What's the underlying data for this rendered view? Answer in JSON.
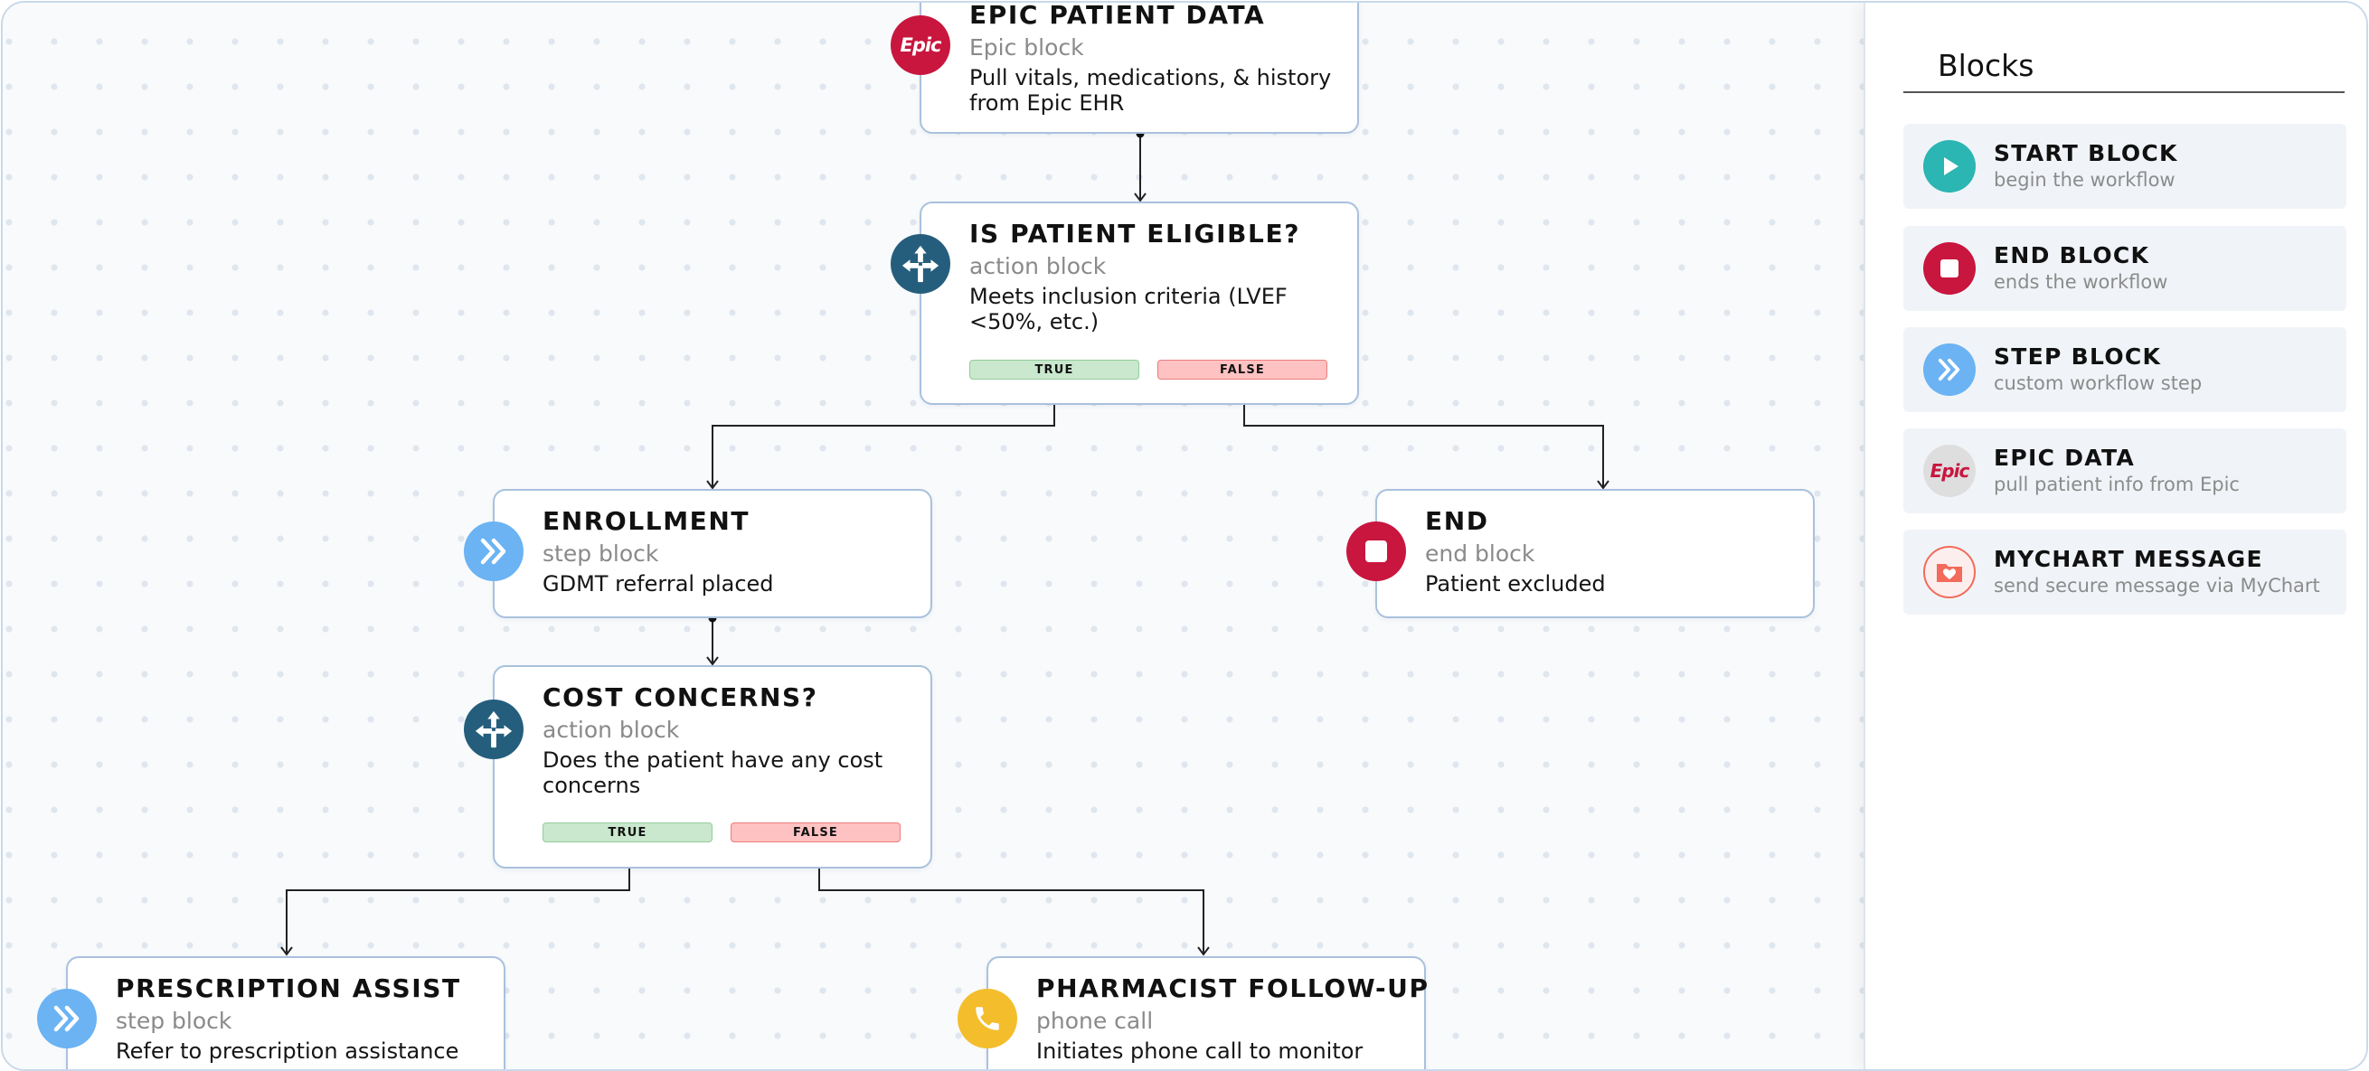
{
  "colors": {
    "action": "#255e7d",
    "step": "#6bb3f3",
    "end": "#c8163e",
    "epic": "#c8163e",
    "phone": "#f4bd2c",
    "start": "#2bb5b3",
    "true_branch": "#c9e8cd",
    "false_branch": "#ffc2c2"
  },
  "canvas": {
    "nodes": {
      "epic_patient_data": {
        "title": "EPIC PATIENT DATA",
        "subtitle": "Epic block",
        "description": "Pull vitals, medications, & history from Epic EHR",
        "icon": "epic-logo-icon",
        "logo_text": "Epic"
      },
      "is_patient_eligible": {
        "title": "IS PATIENT ELIGIBLE?",
        "subtitle": "action block",
        "description": "Meets inclusion criteria (LVEF <50%, etc.)",
        "icon": "split-arrows-icon",
        "true_label": "TRUE",
        "false_label": "FALSE"
      },
      "enrollment": {
        "title": "ENROLLMENT",
        "subtitle": "step block",
        "description": "GDMT referral placed",
        "icon": "double-chevron-icon"
      },
      "end": {
        "title": "END",
        "subtitle": "end block",
        "description": "Patient excluded",
        "icon": "stop-icon"
      },
      "cost_concerns": {
        "title": "COST CONCERNS?",
        "subtitle": "action block",
        "description": "Does the patient have any cost concerns",
        "icon": "split-arrows-icon",
        "true_label": "TRUE",
        "false_label": "FALSE"
      },
      "prescription_assist": {
        "title": "PRESCRIPTION ASSIST",
        "subtitle": "step block",
        "description": "Refer to prescription assistance",
        "icon": "double-chevron-icon"
      },
      "pharmacist_follow_up": {
        "title": "PHARMACIST FOLLOW-UP",
        "subtitle": "phone call",
        "description": "Initiates phone call to monitor",
        "icon": "phone-icon"
      }
    }
  },
  "sidebar": {
    "title": "Blocks",
    "items": [
      {
        "title": "START BLOCK",
        "subtitle": "begin the workflow",
        "icon": "play-icon"
      },
      {
        "title": "END BLOCK",
        "subtitle": "ends the workflow",
        "icon": "stop-icon"
      },
      {
        "title": "STEP BLOCK",
        "subtitle": "custom workflow step",
        "icon": "double-chevron-icon"
      },
      {
        "title": "EPIC DATA",
        "subtitle": "pull patient info from Epic",
        "icon": "epic-logo-icon",
        "logo_text": "Epic"
      },
      {
        "title": "MYCHART MESSAGE",
        "subtitle": "send secure message via MyChart",
        "icon": "mychart-folder-icon"
      }
    ]
  }
}
